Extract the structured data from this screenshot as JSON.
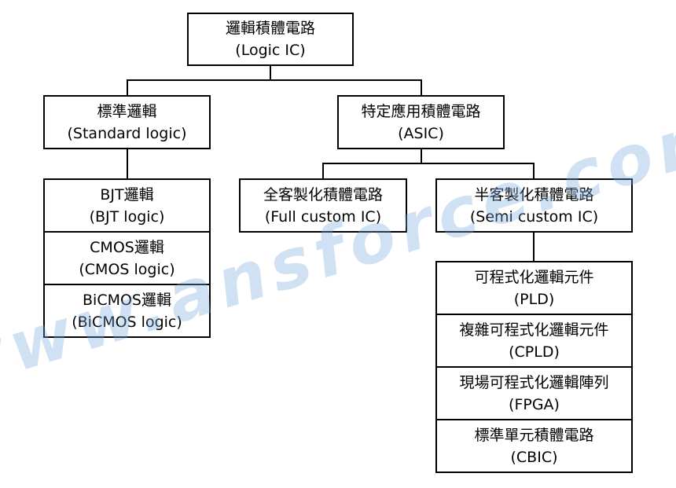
{
  "watermark": "www.ansforce.com",
  "root": {
    "zh": "邏輯積體電路",
    "en": "(Logic IC)"
  },
  "standard": {
    "zh": "標準邏輯",
    "en": "(Standard logic)"
  },
  "asic": {
    "zh": "特定應用積體電路",
    "en": "(ASIC)"
  },
  "standard_items": [
    {
      "zh": "BJT邏輯",
      "en": "(BJT logic)"
    },
    {
      "zh": "CMOS邏輯",
      "en": "(CMOS logic)"
    },
    {
      "zh": "BiCMOS邏輯",
      "en": "(BiCMOS logic)"
    }
  ],
  "full_custom": {
    "zh": "全客製化積體電路",
    "en": "(Full custom IC)"
  },
  "semi_custom": {
    "zh": "半客製化積體電路",
    "en": "(Semi custom IC)"
  },
  "semi_items": [
    {
      "zh": "可程式化邏輯元件",
      "en": "(PLD)"
    },
    {
      "zh": "複雜可程式化邏輯元件",
      "en": "(CPLD)"
    },
    {
      "zh": "現場可程式化邏輯陣列",
      "en": "(FPGA)"
    },
    {
      "zh": "標準單元積體電路",
      "en": "(CBIC)"
    }
  ]
}
